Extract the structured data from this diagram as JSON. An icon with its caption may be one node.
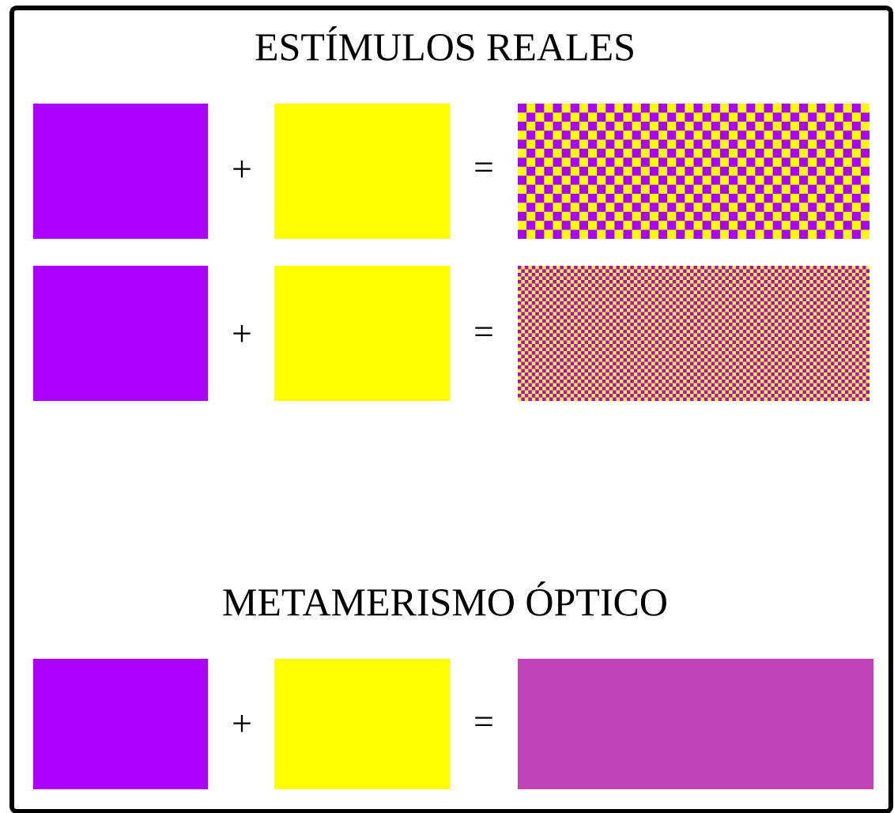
{
  "diagram": {
    "title": "ESTÍMULOS REALES",
    "nodes": [
      {
        "text": [],
        "shape": "box"
      },
      {
        "text": [],
        "shape": "box"
      },
      {
        "text": [],
        "shape": "box"
      },
      {
        "text": [],
        "shape": "box"
      },
      {
        "text": [],
        "shape": "box"
      },
      {
        "text": [],
        "shape": "box"
      },
      {
        "text": [],
        "shape": "box"
      },
      {
        "text": [],
        "shape": "box"
      },
      {
        "text": [],
        "shape": "box"
      }
    ],
    "edges": [],
    "labels": [
      "+",
      "=",
      "+",
      "=",
      "METAMERISMO ÓPTICO",
      "+",
      "="
    ]
  }
}
